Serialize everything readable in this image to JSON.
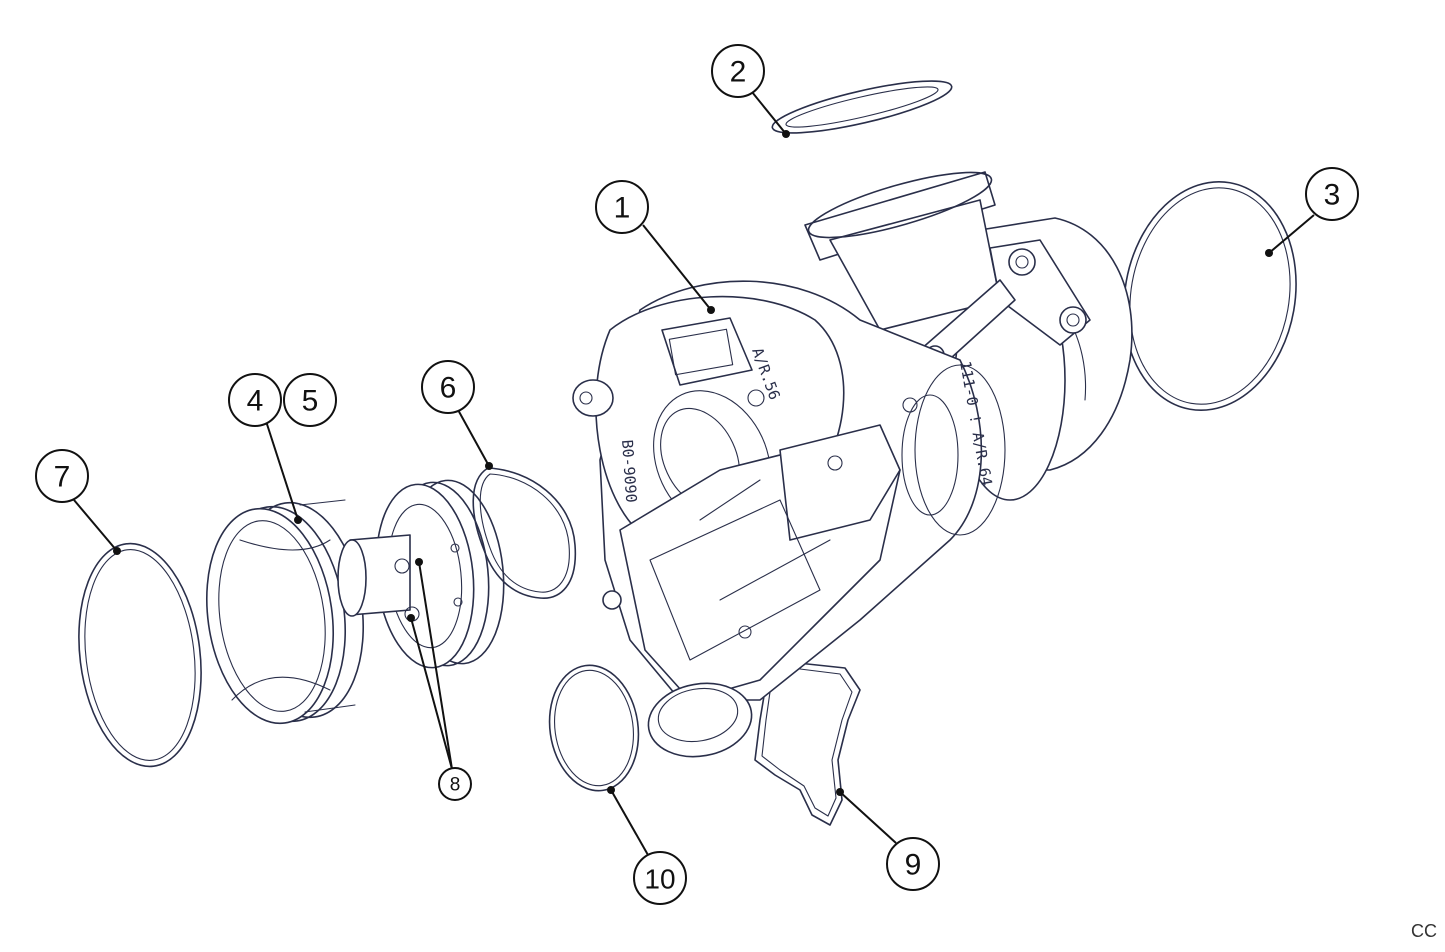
{
  "callouts": {
    "c1": "1",
    "c2": "2",
    "c3": "3",
    "c4": "4",
    "c5": "5",
    "c6": "6",
    "c7": "7",
    "c8": "8",
    "c9": "9",
    "c10": "10"
  },
  "stamps": {
    "ar56": "A/R.56",
    "ar64": "111-0 ! A/R.64",
    "cast_side": "B0-9090"
  },
  "watermark": "CC",
  "colors": {
    "line": "#2a2f4a",
    "leader": "#111111",
    "background": "#ffffff"
  }
}
